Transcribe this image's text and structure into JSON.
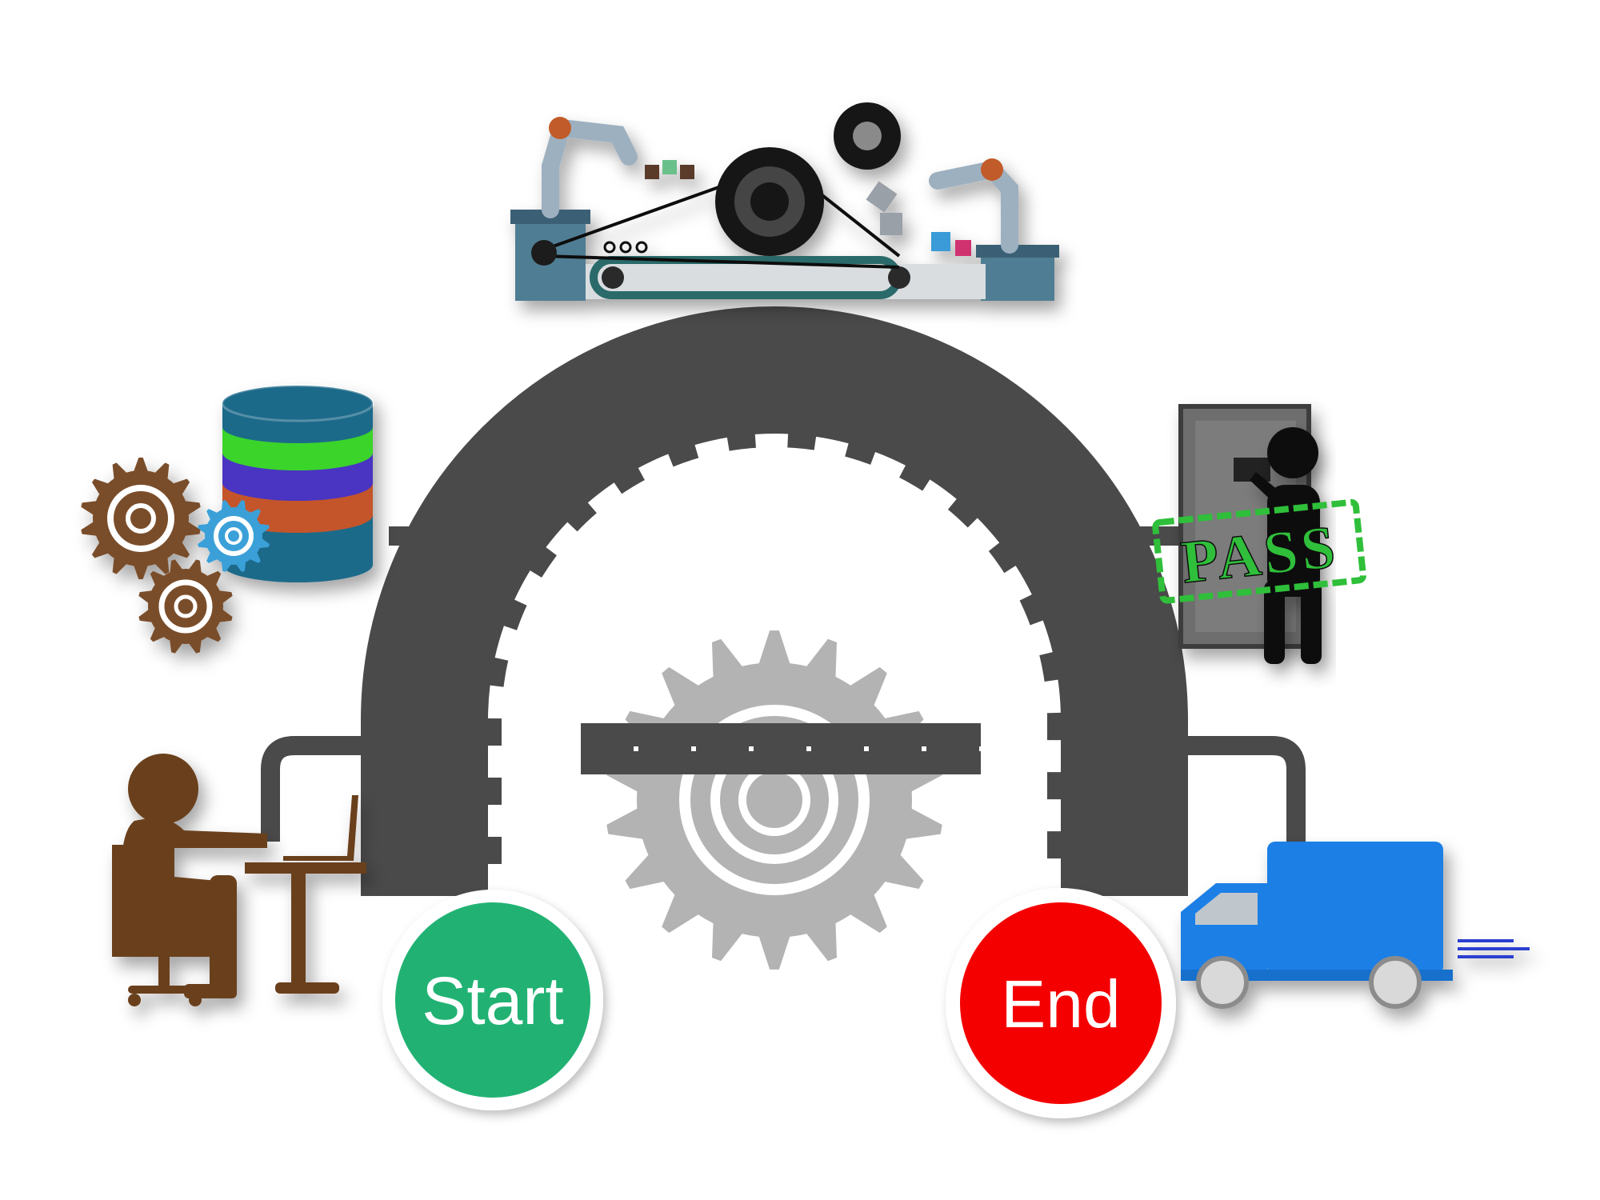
{
  "nodes": {
    "start": {
      "label": "Start",
      "color": "#21b273"
    },
    "end": {
      "label": "End",
      "color": "#f40000"
    }
  },
  "qa_stamp": {
    "label": "PASS",
    "color": "#2fbf3a"
  },
  "icons": [
    "factory-assembly-line-icon",
    "database-gears-icon",
    "quality-inspector-icon",
    "person-at-laptop-icon",
    "delivery-truck-icon",
    "central-gear-icon",
    "road-arch-icon"
  ],
  "colors": {
    "road": "#4a4a4a",
    "road_markings": "#ffffff",
    "connector": "#4a4a4a",
    "central_gear": "#b3b3b3",
    "person": "#6b3f1c",
    "truck_cargo": "#1a7fe6",
    "gear_brown": "#7a4e2a",
    "gear_blue": "#3aa0d8",
    "db_top": "#1e6a8a",
    "db_green": "#3bd42b",
    "db_purple": "#4a35c2",
    "db_orange": "#c4552b"
  }
}
